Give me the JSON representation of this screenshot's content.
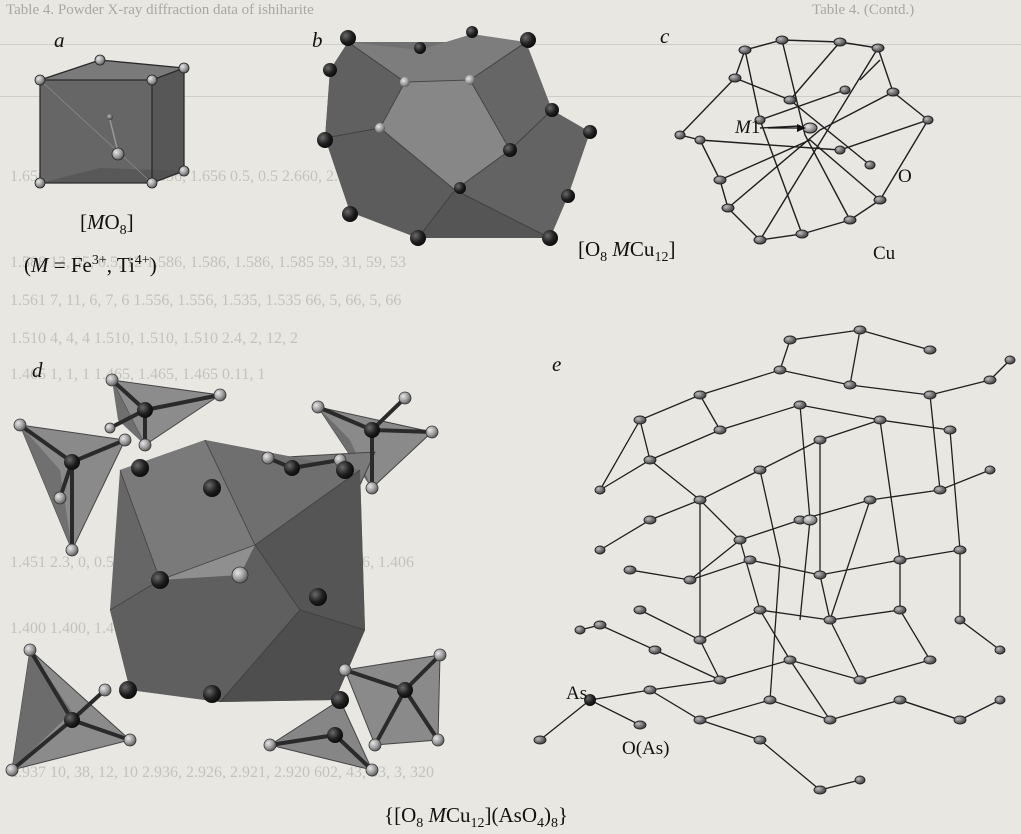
{
  "background_text": {
    "title_left": "Table 4.  Powder X-ray diffraction data of ishiharite",
    "title_right": "Table 4.  (Contd.)",
    "rows": [
      "1.656    99, 100    1.656, 1.656, 1.656    0.5, 0.5    2.660, 2.660",
      "1.588    13, 25, 0.5, 12    1.586, 1.586, 1.586, 1.585    59, 31, 59, 53",
      "1.561    7, 11, 6, 7, 6    1.556, 1.556, 1.535, 1.535    66, 5, 66, 5, 66",
      "1.510    4, 4, 4    1.510, 1.510, 1.510    2.4, 2, 12, 2",
      "1.465    1, 1, 1    1.465, 1.465, 1.465    0.11, 1",
      "1.451    2.3, 0, 0.5, 0, 0.5    1.407, 1.407, 1.407, 1.400    1.406, 1.406",
      "1.400    1.400, 1.400, 1.400    1.377    1.371",
      "2.937    10, 38, 12, 10    2.936, 2.926, 2.921, 2.920    602, 43, 33, 3, 320"
    ]
  },
  "panels": {
    "a": {
      "letter": "a",
      "caption_line1_pre": "[",
      "caption_line1_italic": "M",
      "caption_line1_post": "O",
      "caption_line1_sub": "8",
      "caption_line1_close": "]",
      "caption_line2_pre": "(",
      "caption_line2_italic": "M",
      "caption_line2_post": " = Fe",
      "caption_line2_sup1": "3+",
      "caption_line2_mid": ", Ti",
      "caption_line2_sup2": "4+",
      "caption_line2_close": ")"
    },
    "b": {
      "letter": "b",
      "caption_pre": "[O",
      "caption_sub1": "8",
      "caption_italic": " M",
      "caption_post": "Cu",
      "caption_sub2": "12",
      "caption_close": "]"
    },
    "c": {
      "letter": "c",
      "label_m1_italic": "M",
      "label_m1_rest": "1",
      "label_o": "O",
      "label_cu": "Cu"
    },
    "d": {
      "letter": "d",
      "caption_pre": "{[O",
      "caption_sub1": "8",
      "caption_italic": " M",
      "caption_post": "Cu",
      "caption_sub2": "12",
      "caption_mid": "](AsO",
      "caption_sub3": "4",
      "caption_mid2": ")",
      "caption_sub4": "8",
      "caption_close": "}"
    },
    "e": {
      "letter": "e",
      "label_as": "As",
      "label_oas": "O(As)"
    }
  },
  "colors": {
    "paper": "#e9e7e2",
    "polyhedron_dark": "#5a5a5a",
    "polyhedron_mid": "#6e6e6e",
    "polyhedron_light": "#858585",
    "atom_dark": "#1e1e1e",
    "atom_light": "#9a9a9a",
    "bond": "#2a2a2a"
  }
}
